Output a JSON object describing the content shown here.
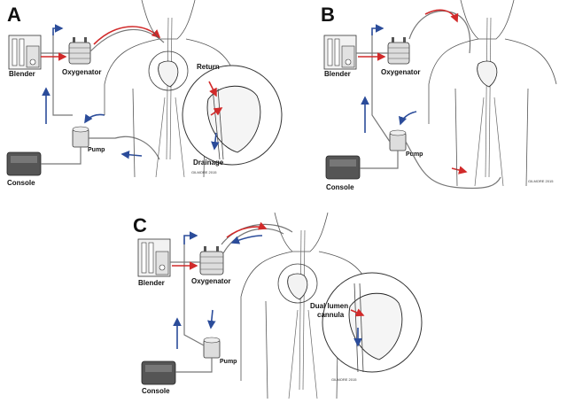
{
  "panels": [
    {
      "letter": "A",
      "labels": {
        "blender": "Blender",
        "oxygenator": "Oxygenator",
        "pump": "Pump",
        "console": "Console",
        "return": "Return",
        "drainage": "Drainage"
      },
      "signature": "GILMORE 2015"
    },
    {
      "letter": "B",
      "labels": {
        "blender": "Blender",
        "oxygenator": "Oxygenator",
        "pump": "Pump",
        "console": "Console"
      },
      "signature": "GILMORE 2015"
    },
    {
      "letter": "C",
      "labels": {
        "blender": "Blender",
        "oxygenator": "Oxygenator",
        "pump": "Pump",
        "console": "Console",
        "cannula_line1": "Dual lumen",
        "cannula_line2": "cannula"
      },
      "signature": "GILMORE 2015"
    }
  ],
  "colors": {
    "oxygenated_flow": "#d12a2a",
    "deoxygenated_flow": "#2b4c9a"
  }
}
